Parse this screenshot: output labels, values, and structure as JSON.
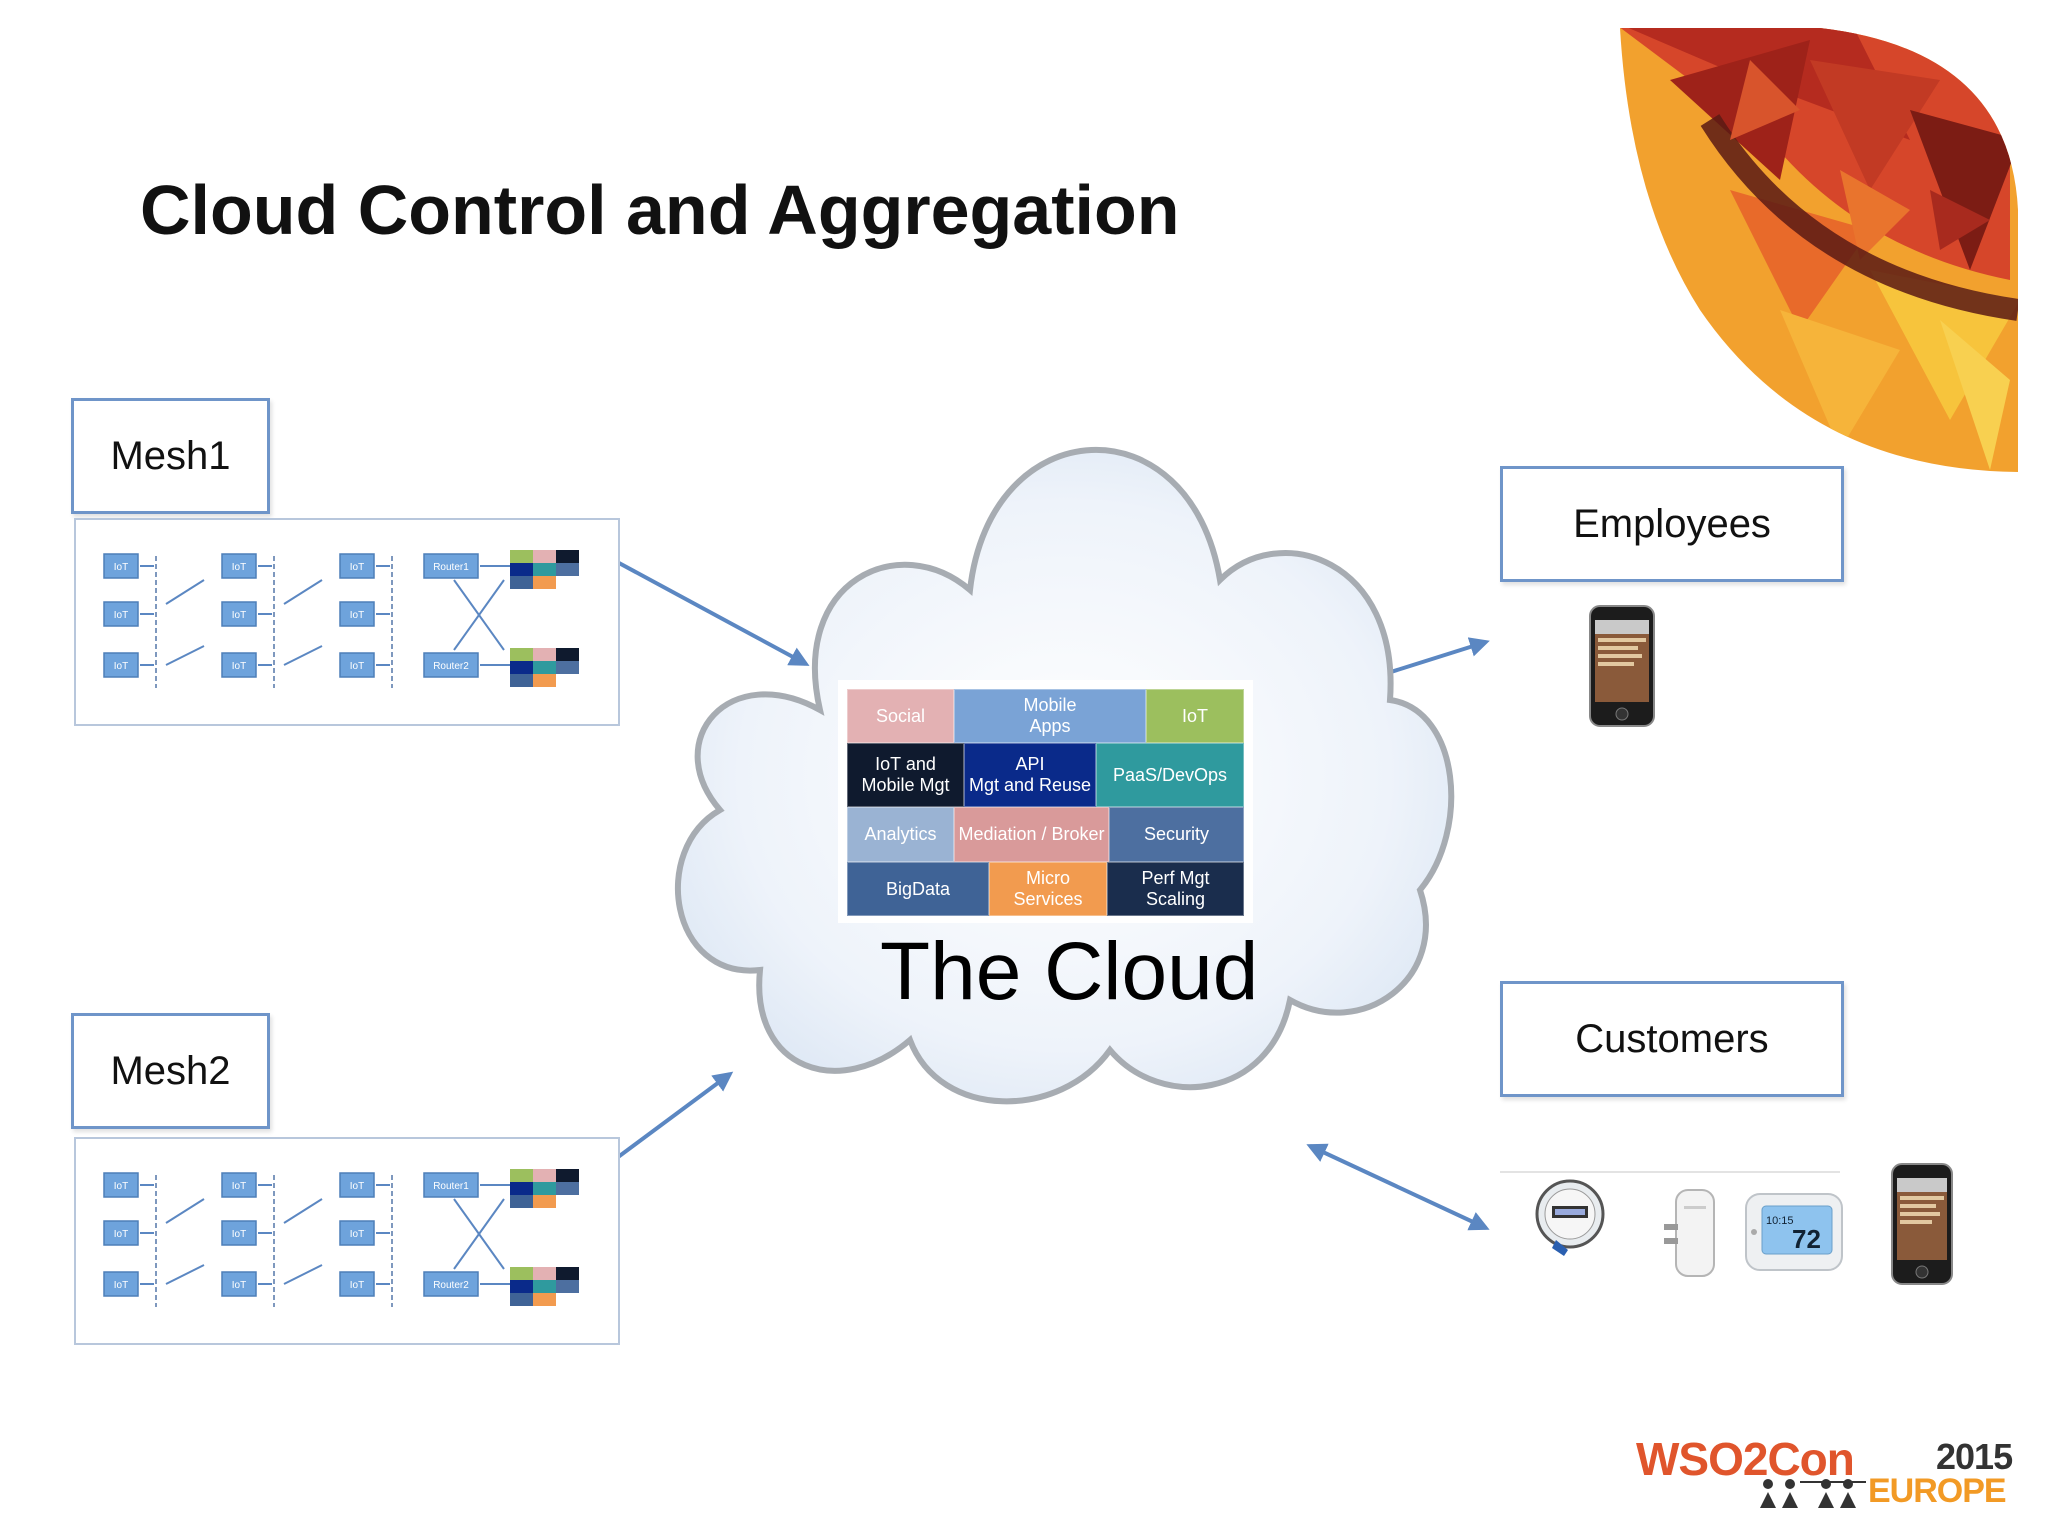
{
  "slide": {
    "title": "Cloud Control and Aggregation"
  },
  "mesh_boxes": [
    {
      "label": "Mesh1"
    },
    {
      "label": "Mesh2"
    }
  ],
  "mesh_diagram": {
    "iot_label": "IoT",
    "routers": [
      "Router1",
      "Router2"
    ]
  },
  "cloud": {
    "caption": "The Cloud",
    "tiles": [
      {
        "label": "Social",
        "color": "#e3b1b3"
      },
      {
        "label": "Mobile\nApps",
        "color": "#7aa3d6"
      },
      {
        "label": "IoT",
        "color": "#9cbf5e"
      },
      {
        "label": "IoT and\nMobile Mgt",
        "color": "#0f1a2e"
      },
      {
        "label": "API\nMgt and Reuse",
        "color": "#0a2a8a"
      },
      {
        "label": "PaaS/DevOps",
        "color": "#2f9a9e"
      },
      {
        "label": "Analytics",
        "color": "#9ab3d3"
      },
      {
        "label": "Mediation / Broker",
        "color": "#d99a9a"
      },
      {
        "label": "Security",
        "color": "#4d6fa0"
      },
      {
        "label": "BigData",
        "color": "#3f6396"
      },
      {
        "label": "Micro\nServices",
        "color": "#f29b4f"
      },
      {
        "label": "Perf Mgt\nScaling",
        "color": "#1a2d4d"
      }
    ]
  },
  "audiences": [
    {
      "label": "Employees"
    },
    {
      "label": "Customers"
    }
  ],
  "device_icons": [
    "smartphone-icon",
    "smart-meter-icon",
    "smart-plug-icon",
    "thermostat-icon",
    "smartphone-icon"
  ],
  "thermostat": {
    "time": "10:15",
    "temp": "72"
  },
  "footer": {
    "brand": "WSO2Con",
    "year": "2015",
    "region": "EUROPE"
  },
  "colors": {
    "accent": "#5b87c2",
    "connector": "#5b87c2",
    "mesh_node": "#6ea3dc"
  }
}
